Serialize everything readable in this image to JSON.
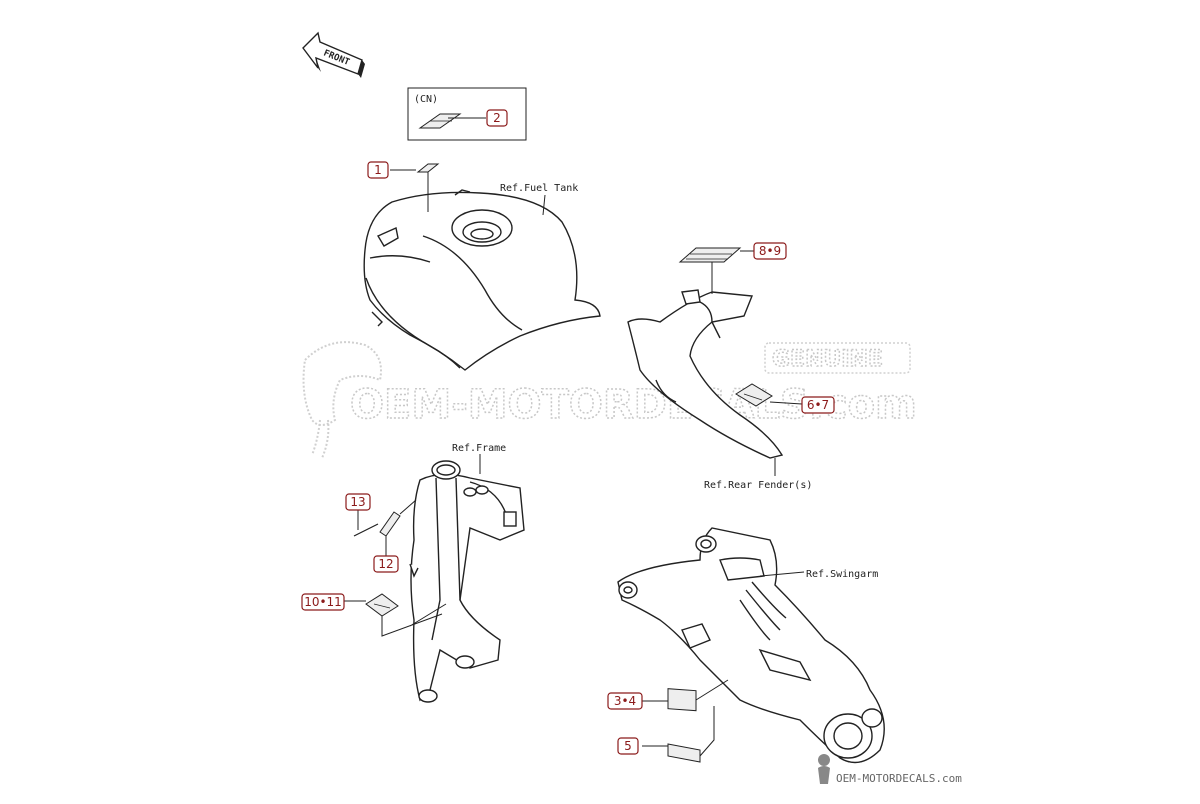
{
  "direction_label": "FRONT",
  "cn_label": "(CN)",
  "refs": {
    "fuel_tank": "Ref.Fuel Tank",
    "frame": "Ref.Frame",
    "rear_fender": "Ref.Rear Fender(s)",
    "swingarm": "Ref.Swingarm"
  },
  "callouts": {
    "c1": "1",
    "c2": "2",
    "c34": "3•4",
    "c5": "5",
    "c67": "6•7",
    "c89": "8•9",
    "c1011": "10•11",
    "c12": "12",
    "c13": "13"
  },
  "watermark": {
    "main": "OEM-MOTORDECALS.com",
    "badge": "GENUINE",
    "footer": "OEM-MOTORDECALS.com"
  },
  "colors": {
    "callout_border": "#8b1a1a",
    "line": "#222222",
    "watermark": "#c8c8c8"
  }
}
